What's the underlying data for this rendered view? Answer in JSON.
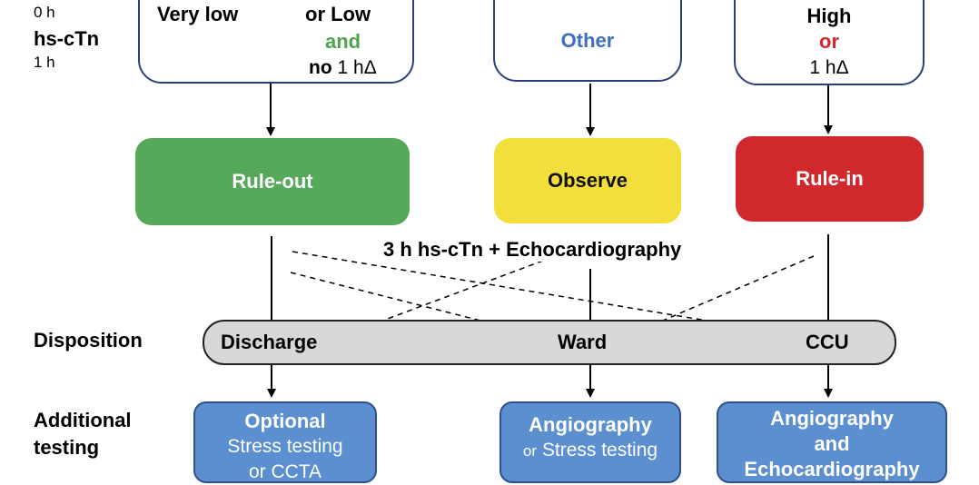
{
  "row_labels": {
    "time_0h": "0 h",
    "hs_ctn": "hs-cTn",
    "time_1h": "1 h",
    "disposition": "Disposition",
    "additional_line1": "Additional",
    "additional_line2": "testing"
  },
  "top_boxes": {
    "left_very_low": "Very low",
    "left_or_low": "or Low",
    "left_and": "and",
    "left_no": "no",
    "left_1h_delta": "1 hΔ",
    "middle_other": "Other",
    "right_high": "High",
    "right_or": "or",
    "right_1h_delta": "1 hΔ"
  },
  "decisions": {
    "rule_out": "Rule-out",
    "observe": "Observe",
    "rule_in": "Rule-in"
  },
  "followup": "3 h hs-cTn + Echocardiography",
  "disposition_items": {
    "discharge": "Discharge",
    "ward": "Ward",
    "ccu": "CCU"
  },
  "testing_boxes": {
    "left_title": "Optional",
    "left_line2": "Stress testing",
    "left_line3": "or CCTA",
    "middle_title": "Angiography",
    "middle_or": "or",
    "middle_line2": "Stress testing",
    "right_title": "Angiography",
    "right_and": "and",
    "right_line3": "Echocardiography"
  },
  "colors": {
    "rule_out_green": "#56a85a",
    "observe_yellow": "#f2df3b",
    "rule_in_red": "#d1282e",
    "testing_blue": "#5b8fd0",
    "other_blue_text": "#3f6fbd",
    "and_green_text": "#4fa24f",
    "or_red_text": "#d1282e",
    "disposition_gray": "#d8d8d8"
  }
}
